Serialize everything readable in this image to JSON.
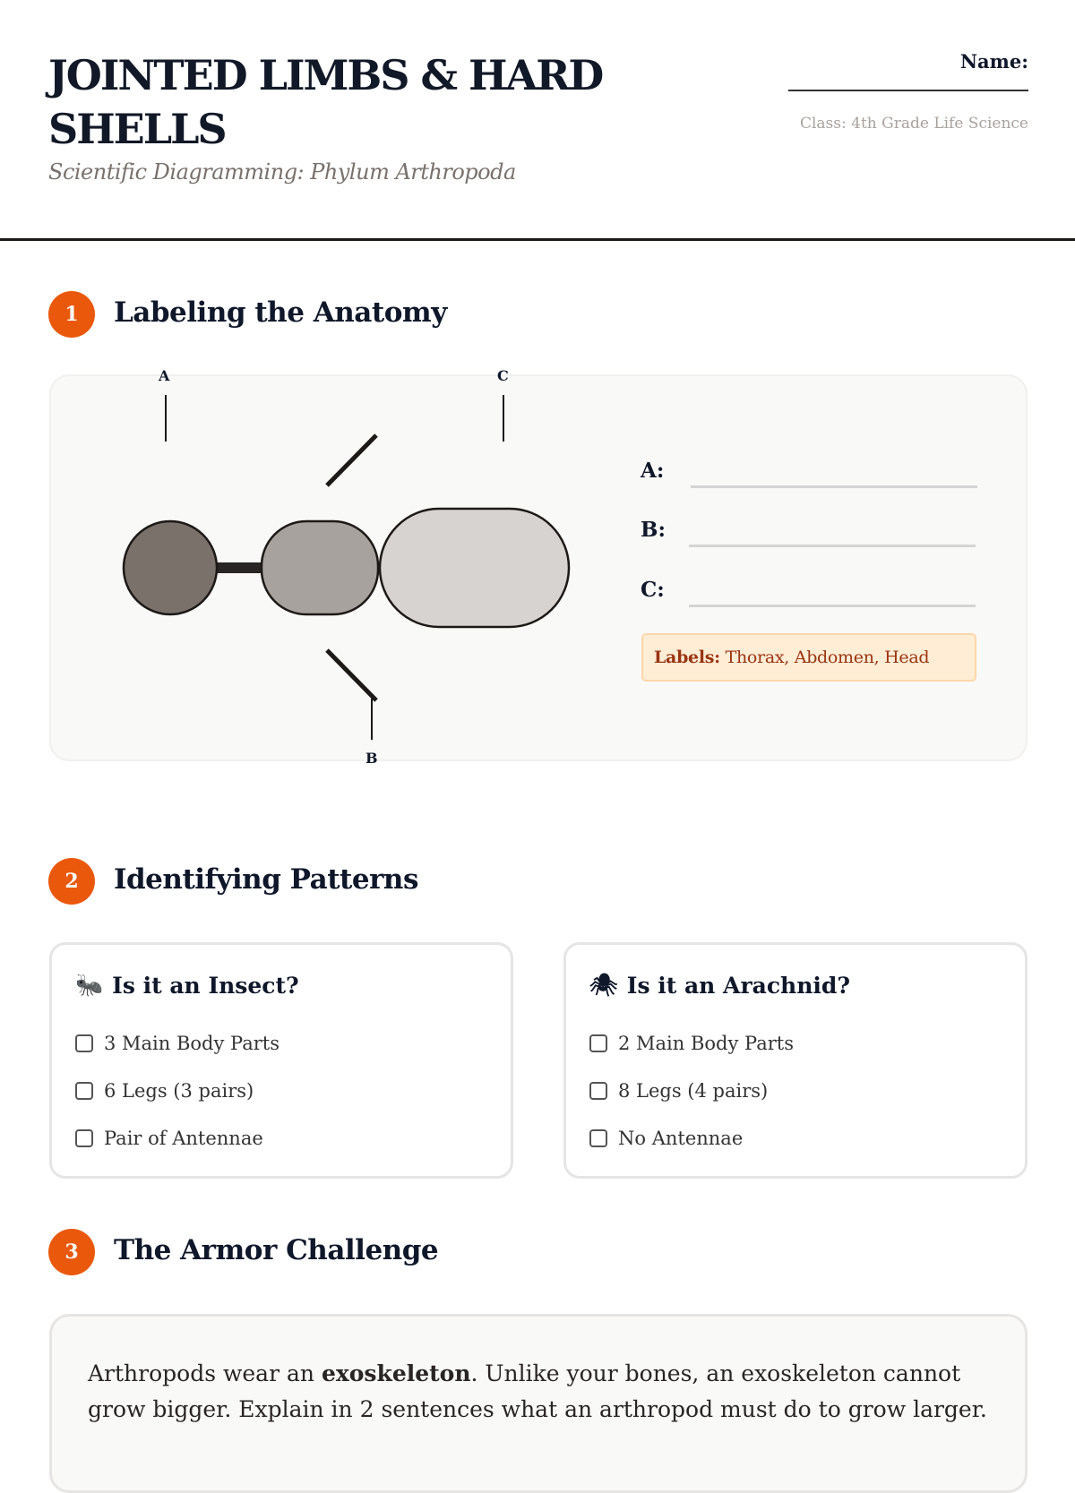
{
  "header": {
    "title": "JOINTED LIMBS & HARD SHELLS",
    "subtitle": "Scientific Diagramming: Phylum Arthropoda",
    "name_label": "Name:",
    "class_label": "Class: 4th Grade Life Science"
  },
  "sections": [
    {
      "number": "1",
      "title": "Labeling the Anatomy"
    },
    {
      "number": "2",
      "title": "Identifying Patterns"
    },
    {
      "number": "3",
      "title": "The Armor Challenge"
    }
  ],
  "diagram": {
    "pointer_a": "A",
    "pointer_b": "B",
    "pointer_c": "C"
  },
  "form": {
    "a": "A:",
    "b": "B:",
    "c": "C:",
    "hint_label": "Labels:",
    "hint_text": " Thorax, Abdomen, Head"
  },
  "cards": [
    {
      "icon": "🐜",
      "title": "Is it an Insect?",
      "items": [
        "3 Main Body Parts",
        "6 Legs (3 pairs)",
        "Pair of Antennae"
      ]
    },
    {
      "icon": "🕷",
      "title": "Is it an Arachnid?",
      "items": [
        "2 Main Body Parts",
        "8 Legs (4 pairs)",
        "No Antennae"
      ]
    }
  ],
  "armor": {
    "text_before": "Arthropods wear an ",
    "bold": "exoskeleton",
    "text_after": ". Unlike your bones, an exoskeleton cannot grow bigger. Explain in 2 sentences what an arthropod must do to grow larger."
  },
  "colors": {
    "accent": "#ea580c"
  }
}
